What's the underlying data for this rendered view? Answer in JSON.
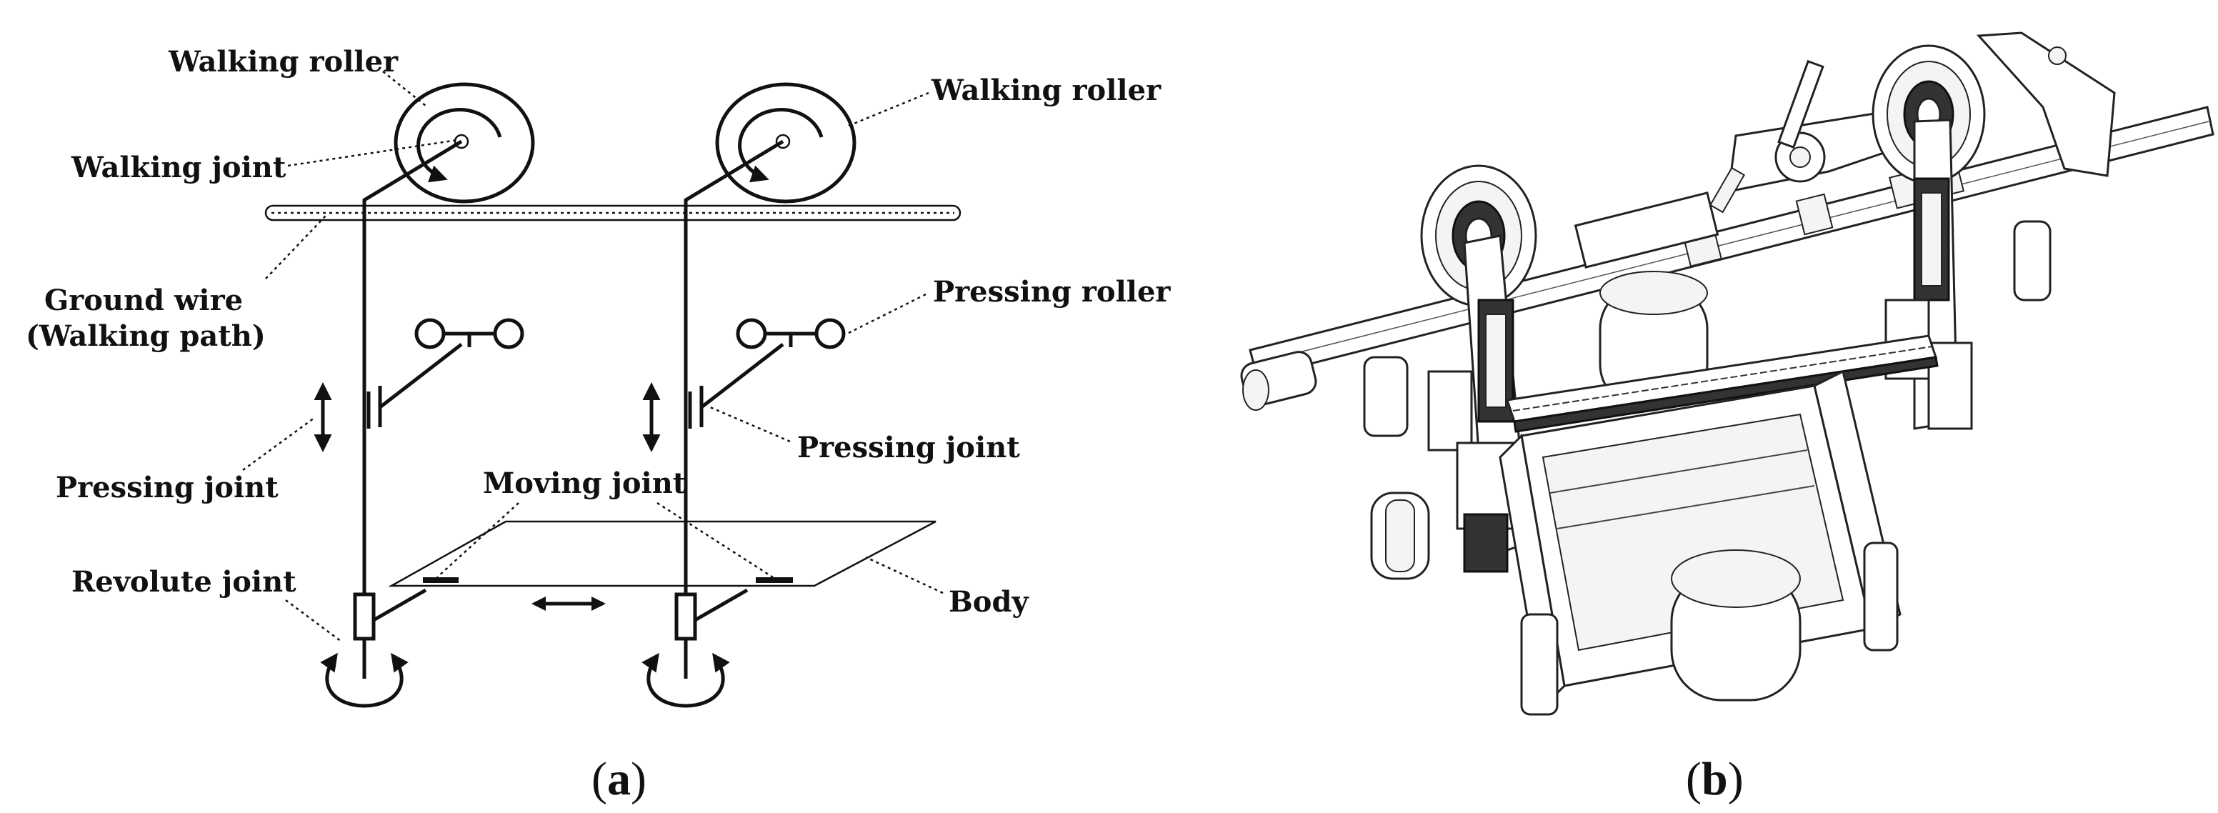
{
  "panel_a": {
    "labels": {
      "walking_roller_left": "Walking roller",
      "walking_roller_right": "Walking roller",
      "walking_joint": "Walking joint",
      "ground_wire_line1": "Ground wire",
      "ground_wire_line2": "(Walking path)",
      "pressing_roller": "Pressing roller",
      "pressing_joint_left": "Pressing joint",
      "pressing_joint_right": "Pressing joint",
      "moving_joint": "Moving joint",
      "revolute_joint": "Revolute  joint",
      "body": "Body"
    },
    "caption": {
      "open": "(",
      "letter": "a",
      "close": ")"
    }
  },
  "panel_b": {
    "caption": {
      "open": "(",
      "letter": "b",
      "close": ")"
    }
  }
}
